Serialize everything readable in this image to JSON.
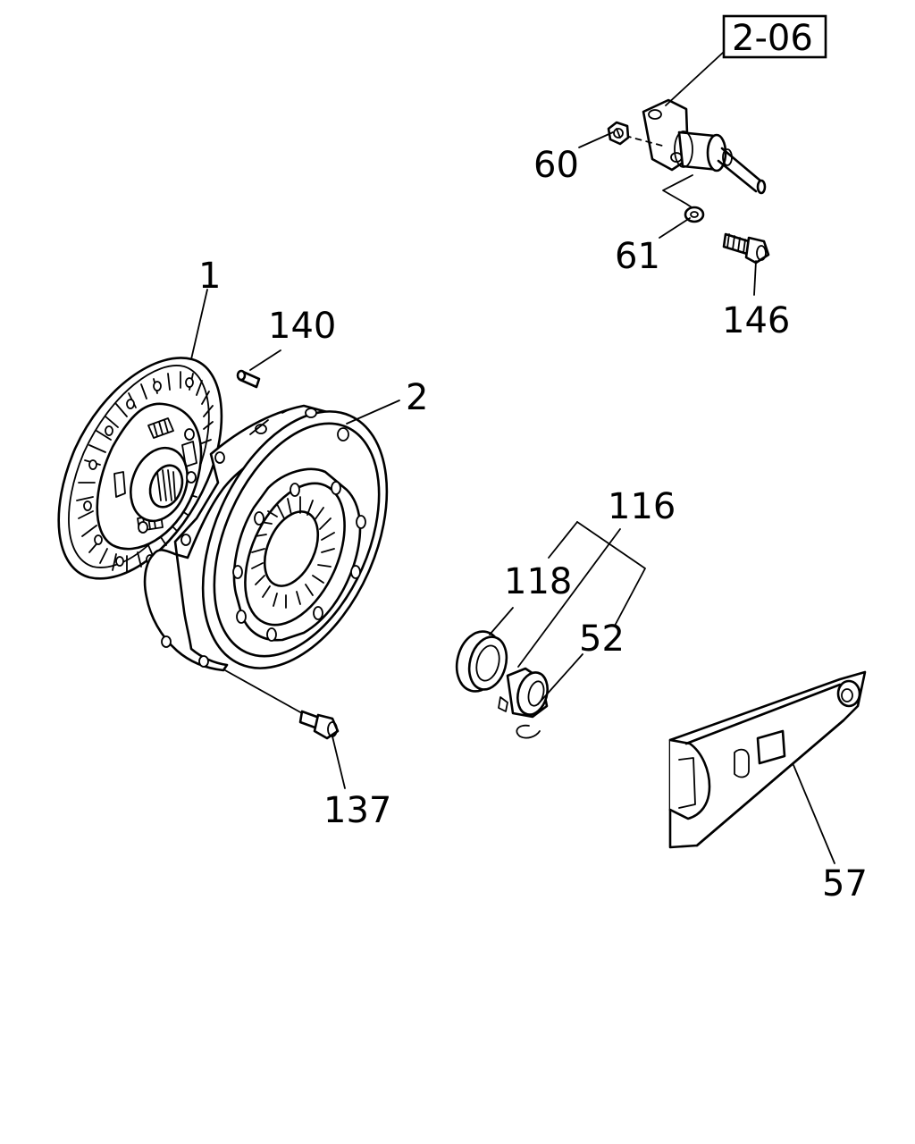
{
  "callouts": {
    "ref": "2-06",
    "c60": "60",
    "c61": "61",
    "c146": "146",
    "c1": "1",
    "c140": "140",
    "c2": "2",
    "c116": "116",
    "c118": "118",
    "c52": "52",
    "c137": "137",
    "c57": "57"
  },
  "colors": {
    "line": "#000000",
    "background": "#ffffff"
  }
}
